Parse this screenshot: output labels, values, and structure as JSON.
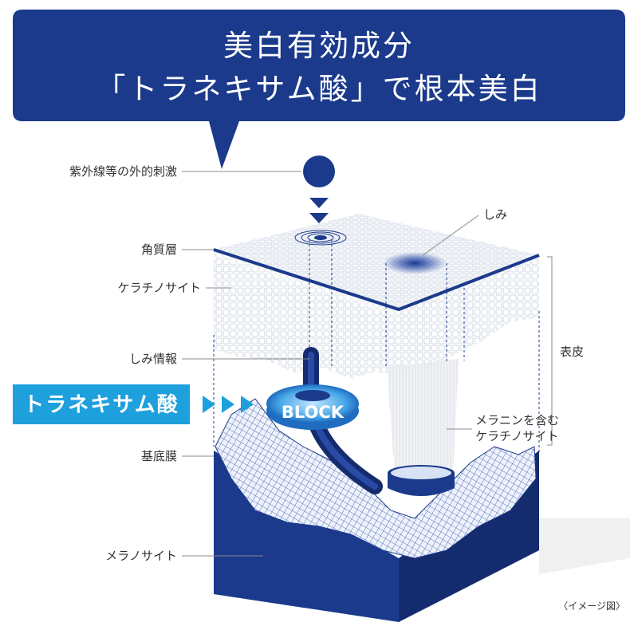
{
  "header": {
    "line1": "美白有効成分",
    "line2": "「トラネキサム酸」で根本美白"
  },
  "labels": {
    "uv": "紫外線等の外的刺激",
    "stratum_corneum": "角質層",
    "keratinocyte": "ケラチノサイト",
    "spot_info": "しみ情報",
    "basement_membrane": "基底膜",
    "melanocyte": "メラノサイト",
    "spot": "しみ",
    "epidermis": "表皮",
    "melanin_keratinocyte_1": "メラニンを含む",
    "melanin_keratinocyte_2": "ケラチノサイト"
  },
  "ingredient_tag": "トラネキサム酸",
  "block_label": "BLOCK",
  "footnote": "〈イメージ図〉",
  "colors": {
    "navy": "#1b3a8c",
    "dark_navy": "#142c6e",
    "cyan": "#1ea0dc",
    "mesh": "#2a4aa8",
    "white": "#ffffff"
  }
}
